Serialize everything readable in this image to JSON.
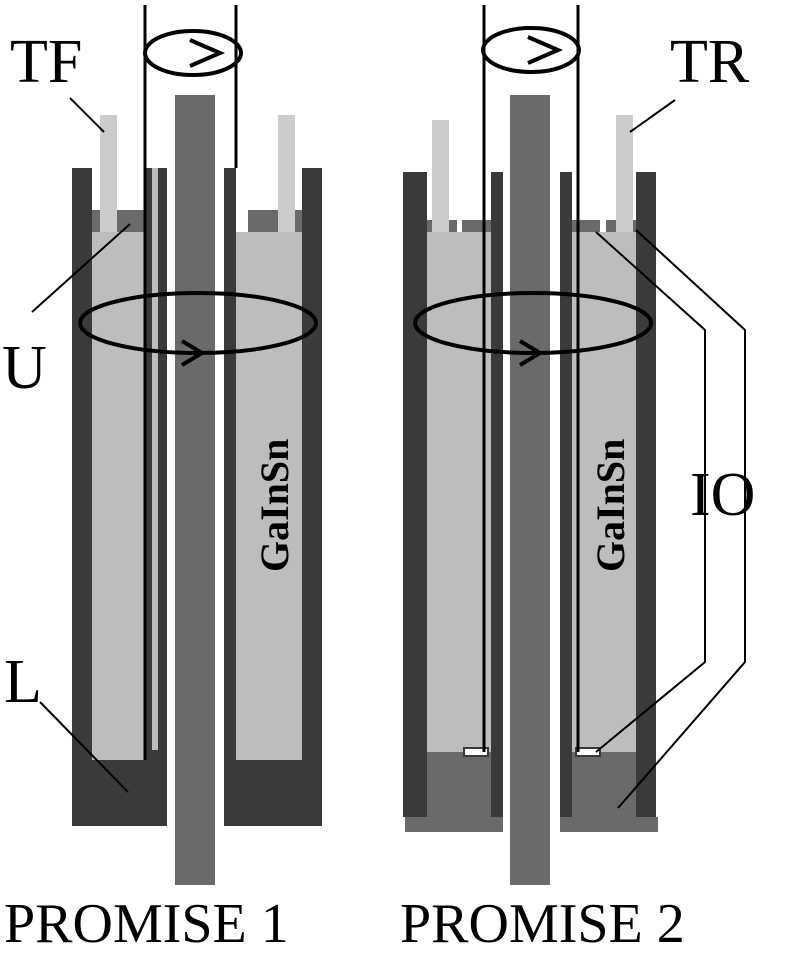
{
  "labels": {
    "tf": "TF",
    "tr": "TR",
    "u": "U",
    "l": "L",
    "io": "IO",
    "galinstan_left": "GaInSn",
    "galinstan_right": "GaInSn"
  },
  "captions": {
    "left": "PROMISE 1",
    "right": "PROMISE 2"
  },
  "colors": {
    "wall": "#3a3a3a",
    "shaft": "#6a6a6a",
    "fluid": "#bdbdbd",
    "sensor": "#cccccc",
    "lid": "#6a6a6a",
    "line": "#000000"
  }
}
